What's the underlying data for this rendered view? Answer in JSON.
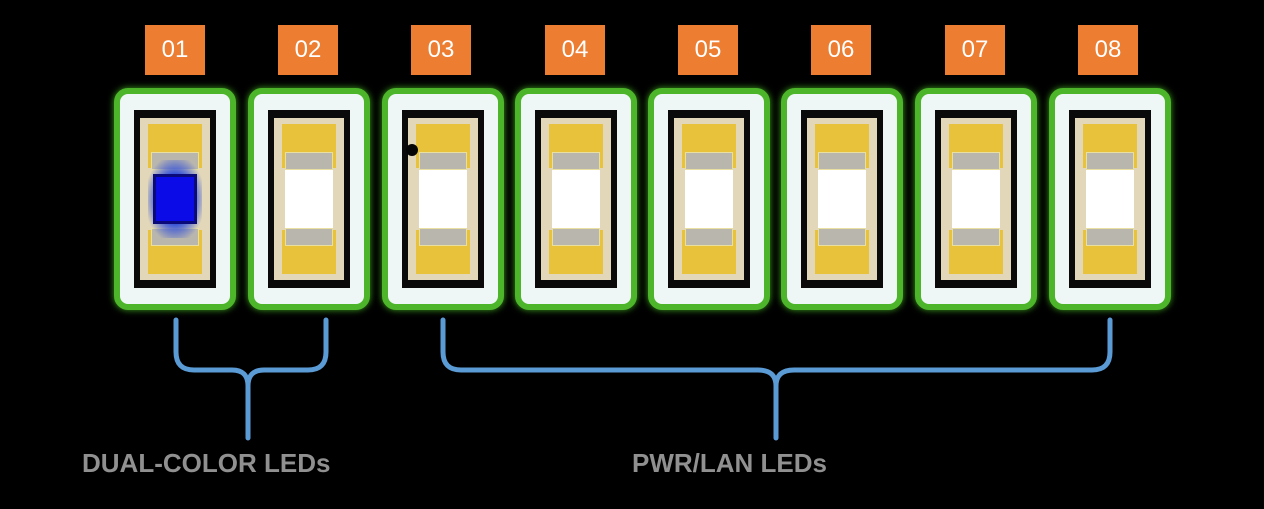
{
  "diagram": {
    "badge_color": "#ED7D31",
    "slot_border_color": "#4CB52A",
    "bracket_color": "#5B9BD5",
    "leds": [
      {
        "number": "01",
        "state": "on",
        "chip_color": "#0B0BE8"
      },
      {
        "number": "02",
        "state": "off"
      },
      {
        "number": "03",
        "state": "off",
        "marker": "dot"
      },
      {
        "number": "04",
        "state": "off"
      },
      {
        "number": "05",
        "state": "off"
      },
      {
        "number": "06",
        "state": "off"
      },
      {
        "number": "07",
        "state": "off"
      },
      {
        "number": "08",
        "state": "off"
      }
    ],
    "groups": [
      {
        "members": [
          "01",
          "02"
        ],
        "label": "DUAL-COLOR LEDs"
      },
      {
        "members": [
          "03",
          "04",
          "05",
          "06",
          "07",
          "08"
        ],
        "label": "PWR/LAN LEDs"
      }
    ]
  }
}
